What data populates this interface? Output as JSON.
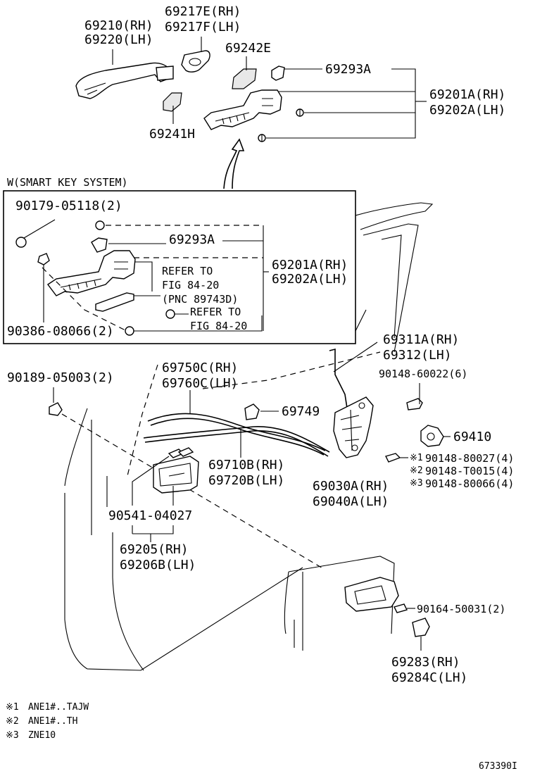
{
  "callouts": {
    "handle_rh": "69210(RH)",
    "handle_lh": "69220(LH)",
    "cover_rh": "69217E(RH)",
    "cover_lh": "69217F(LH)",
    "pad_69242e": "69242E",
    "clip_69293a": "69293A",
    "frame_rh": "69201A(RH)",
    "frame_lh": "69202A(LH)",
    "pad_69241h": "69241H"
  },
  "smart_key": {
    "title": "W(SMART KEY SYSTEM)",
    "screw_top": "90179-05118(2)",
    "clip": "69293A",
    "frame_rh": "69201A(RH)",
    "frame_lh": "69202A(LH)",
    "refer1_a": "REFER TO",
    "refer1_b": "FIG 84-20",
    "refer1_c": "(PNC 89743D)",
    "refer2_a": "REFER TO",
    "refer2_b": "FIG 84-20",
    "nut_bottom": "90386-08066(2)"
  },
  "lower": {
    "rod_rh": "69311A(RH)",
    "rod_lh": "69312(LH)",
    "screw_6": "90148-60022(6)",
    "cable_c_rh": "69750C(RH)",
    "cable_c_lh": "69760C(LH)",
    "clip_69749": "69749",
    "striker": "69410",
    "screw_09_1": "90148-80027(4)",
    "screw_09_2": "90148-T0015(4)",
    "screw_09_3": "90148-80066(4)",
    "mark1": "※1",
    "mark2": "※2",
    "mark3": "※3",
    "cable_b_rh": "69710B(RH)",
    "cable_b_lh": "69720B(LH)",
    "lock_rh": "69030A(RH)",
    "lock_lh": "69040A(LH)",
    "nut_90189": "90189-05003(2)",
    "screw_90541": "90541-04027",
    "inner_rh": "69205(RH)",
    "inner_lh": "69206B(LH)",
    "screw_90164": "90164-50031(2)",
    "cover_rh": "69283(RH)",
    "cover_lh": "69284C(LH)"
  },
  "notes": [
    {
      "mark": "※1",
      "text": "ANE1#..TAJW"
    },
    {
      "mark": "※2",
      "text": "ANE1#..TH"
    },
    {
      "mark": "※3",
      "text": "ZNE10"
    }
  ],
  "figure_id": "673390I"
}
